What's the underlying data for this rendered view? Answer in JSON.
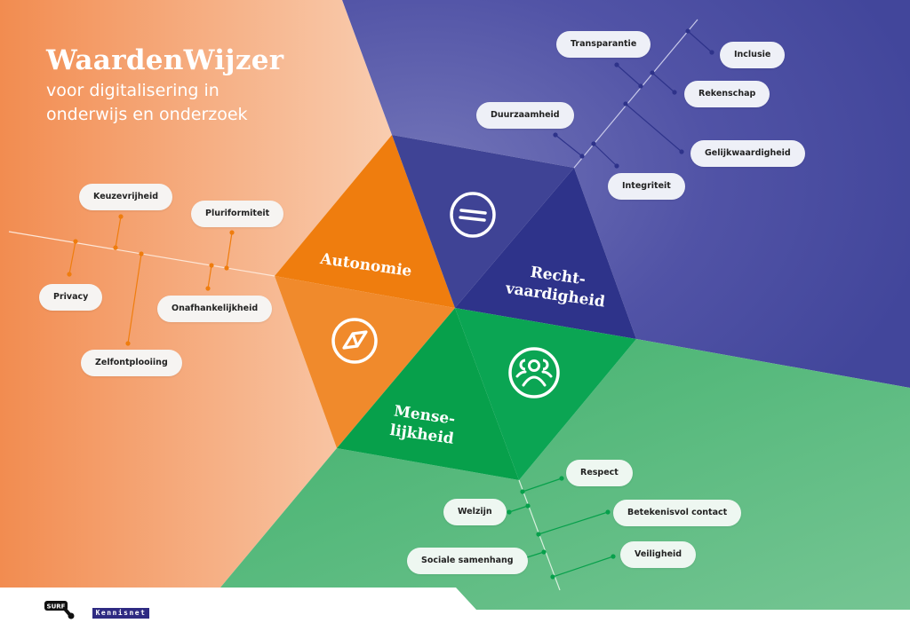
{
  "header": {
    "title": "WaardenWijzer",
    "subtitle": "voor digitalisering in onderwijs en onderzoek"
  },
  "colors": {
    "orange_bg": "#f39a62",
    "orange_bg_light": "#f9c9a8",
    "orange_hex_top": "#ef7d0e",
    "orange_hex_bottom": "#f08a2c",
    "purple_bg": "#42469b",
    "purple_bg_light": "#6d6fb4",
    "purple_hex_top": "#3f4395",
    "purple_hex_bottom": "#2e338a",
    "green_bg": "#4bb674",
    "green_bg_light": "#6dc28e",
    "green_hex_left": "#07a04b",
    "green_hex_right": "#0ba553",
    "pill_bg": "#f6f4f2",
    "kennisnet_blue": "#2e2a82"
  },
  "hexagon": {
    "segments": [
      {
        "label": "Autonomie",
        "icon": "compass-icon"
      },
      {
        "label_line1": "Recht-",
        "label_line2": "vaardigheid",
        "icon": "equals-icon"
      },
      {
        "label_line1": "Mense-",
        "label_line2": "lijkheid",
        "icon": "people-group-icon"
      }
    ]
  },
  "values": {
    "autonomie": [
      "Keuzevrijheid",
      "Pluriformiteit",
      "Privacy",
      "Onafhankelijkheid",
      "Zelfontplooiing"
    ],
    "rechtvaardigheid": [
      "Transparantie",
      "Inclusie",
      "Rekenschap",
      "Duurzaamheid",
      "Gelijkwaardigheid",
      "Integriteit"
    ],
    "menselijkheid": [
      "Respect",
      "Welzijn",
      "Betekenisvol contact",
      "Sociale samenhang",
      "Veiligheid"
    ]
  },
  "footer": {
    "logo_surf": "SURF",
    "logo_kennisnet": "Kennisnet"
  }
}
